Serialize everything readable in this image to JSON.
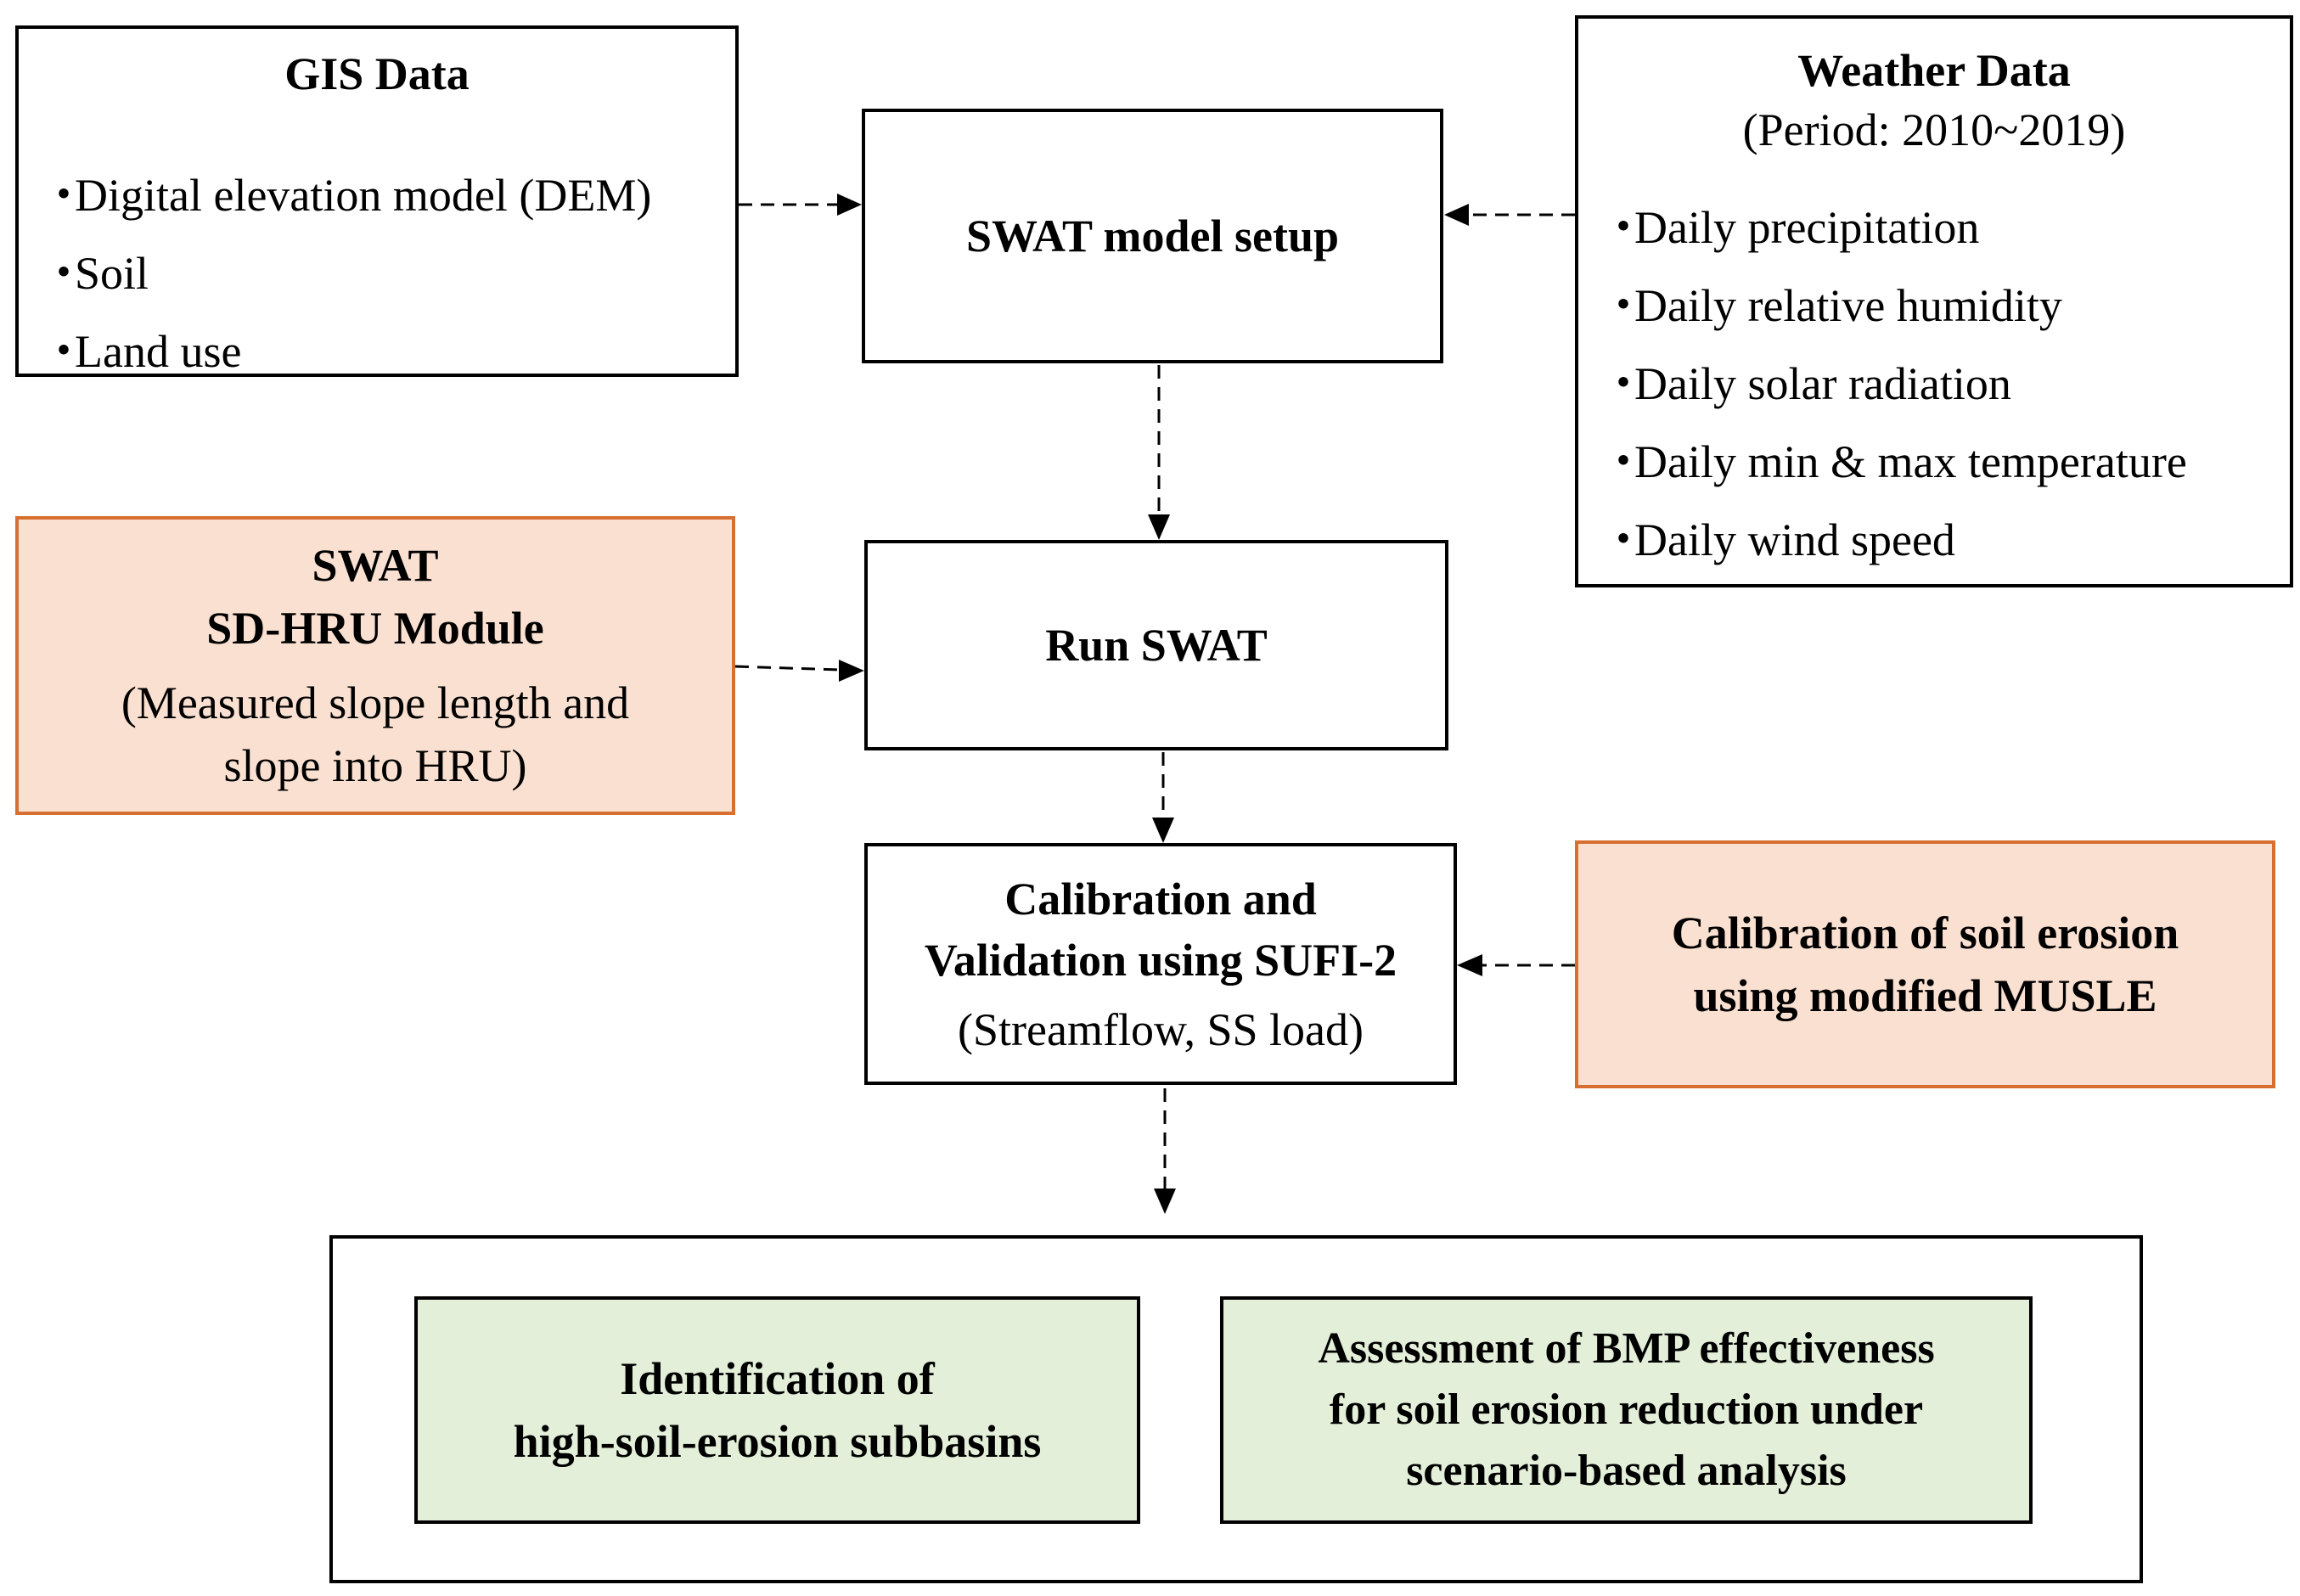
{
  "gis": {
    "title": "GIS Data",
    "items": [
      "Digital  elevation model (DEM)",
      "Soil",
      "Land use"
    ]
  },
  "weather": {
    "title": "Weather Data",
    "period": "(Period: 2010~2019)",
    "items": [
      "Daily precipitation",
      "Daily  relative humidity",
      "Daily  solar radiation",
      "Daily  min & max temperature",
      "Daily  wind speed"
    ]
  },
  "setup": {
    "label": "SWAT  model setup"
  },
  "run": {
    "label": "Run SWAT"
  },
  "sdhru": {
    "line1": "SWAT",
    "line2": "SD-HRU Module",
    "line3": "(Measured slope length and",
    "line4": "slope into HRU)"
  },
  "calibration": {
    "line1": "Calibration and",
    "line2": "Validation  using SUFI-2",
    "line3": "(Streamflow, SS load)"
  },
  "erosion": {
    "line1": "Calibration  of soil erosion",
    "line2": "using modified MUSLE"
  },
  "outputs": {
    "identification": {
      "line1": "Identification of",
      "line2": "high-soil-erosion subbasins"
    },
    "assessment": {
      "line1": "Assessment of BMP effectiveness",
      "line2": "for soil erosion reduction under",
      "line3": "scenario-based analysis"
    }
  },
  "bullet_symbol": "・",
  "colors": {
    "orange_border": "#d66f2f",
    "orange_fill": "#fae0d0",
    "green_fill": "#e3efd9"
  }
}
